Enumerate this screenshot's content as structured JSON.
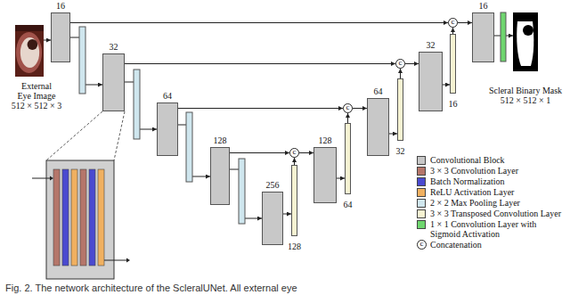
{
  "diagram": {
    "caption": "Fig. 2. The network architecture of the ScleralUNet. All external eye",
    "nodes": [
      {
        "text": [
          "External Eye Image",
          "512 × 512 × 3"
        ]
      },
      {
        "text": [
          "16"
        ]
      },
      {
        "text": [
          "32"
        ]
      },
      {
        "text": [
          "64"
        ]
      },
      {
        "text": [
          "128"
        ]
      },
      {
        "text": [
          "256"
        ]
      },
      {
        "text": [
          "128"
        ]
      },
      {
        "text": [
          "c"
        ]
      },
      {
        "text": [
          "128"
        ]
      },
      {
        "text": [
          "64"
        ]
      },
      {
        "text": [
          "c"
        ]
      },
      {
        "text": [
          "64"
        ]
      },
      {
        "text": [
          "32"
        ]
      },
      {
        "text": [
          "c"
        ]
      },
      {
        "text": [
          "32"
        ]
      },
      {
        "text": [
          "16"
        ]
      },
      {
        "text": [
          "c"
        ]
      },
      {
        "text": [
          "16"
        ]
      },
      {
        "text": [
          "Scleral Binary Mask",
          "512 × 512 × 1"
        ]
      }
    ],
    "edges": [
      {
        "from": 0,
        "to": 1,
        "arrow": "to"
      },
      {
        "from": 1,
        "to": 2,
        "arrow": "to"
      },
      {
        "from": 2,
        "to": 3,
        "arrow": "to"
      },
      {
        "from": 3,
        "to": 4,
        "arrow": "to"
      },
      {
        "from": 4,
        "to": 5,
        "arrow": "to"
      },
      {
        "from": 5,
        "to": 6,
        "arrow": "to"
      },
      {
        "from": 6,
        "to": 7,
        "arrow": "to"
      },
      {
        "from": 4,
        "to": 7,
        "arrow": "to"
      },
      {
        "from": 7,
        "to": 8,
        "arrow": "to"
      },
      {
        "from": 8,
        "to": 9,
        "arrow": "to"
      },
      {
        "from": 9,
        "to": 10,
        "arrow": "to"
      },
      {
        "from": 3,
        "to": 10,
        "arrow": "to"
      },
      {
        "from": 10,
        "to": 11,
        "arrow": "to"
      },
      {
        "from": 11,
        "to": 12,
        "arrow": "to"
      },
      {
        "from": 12,
        "to": 13,
        "arrow": "to"
      },
      {
        "from": 2,
        "to": 13,
        "arrow": "to"
      },
      {
        "from": 13,
        "to": 14,
        "arrow": "to"
      },
      {
        "from": 14,
        "to": 15,
        "arrow": "to"
      },
      {
        "from": 15,
        "to": 16,
        "arrow": "to"
      },
      {
        "from": 1,
        "to": 16,
        "arrow": "to"
      },
      {
        "from": 16,
        "to": 17,
        "arrow": "to"
      },
      {
        "from": 17,
        "to": 18,
        "arrow": "to"
      }
    ],
    "labels": [
      "c"
    ],
    "legend": [
      {
        "text": "Convolutional Block",
        "color": "#c8c8c8"
      },
      {
        "text": "3 × 3 Convolution Layer",
        "color": "#b5766a"
      },
      {
        "text": "Batch Normalization",
        "color": "#4a4ad0"
      },
      {
        "text": "ReLU Activation Layer",
        "color": "#f0b060"
      },
      {
        "text": "2 × 2 Max Pooling Layer",
        "color": "#cfe6ee"
      },
      {
        "text": "3 × 3 Transposed Convolution Layer",
        "color": "#f6f3d2"
      },
      {
        "text": "1 × 1 Convolution Layer with Sigmoid Activation",
        "color": "#6fd66f"
      },
      {
        "text": "Concatenation"
      }
    ]
  }
}
